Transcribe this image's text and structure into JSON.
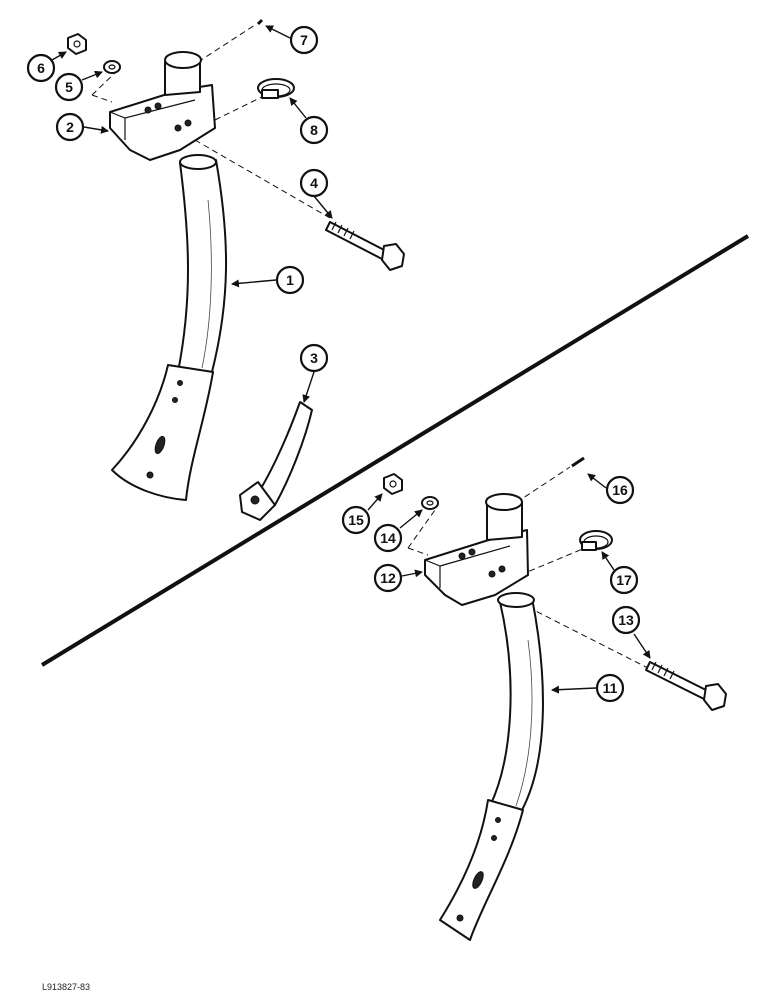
{
  "figure_code": "L913827-83",
  "callouts": {
    "c1": "1",
    "c2": "2",
    "c3": "3",
    "c4": "4",
    "c5": "5",
    "c6": "6",
    "c7": "7",
    "c8": "8",
    "c11": "11",
    "c12": "12",
    "c13": "13",
    "c14": "14",
    "c15": "15",
    "c16": "16",
    "c17": "17"
  }
}
